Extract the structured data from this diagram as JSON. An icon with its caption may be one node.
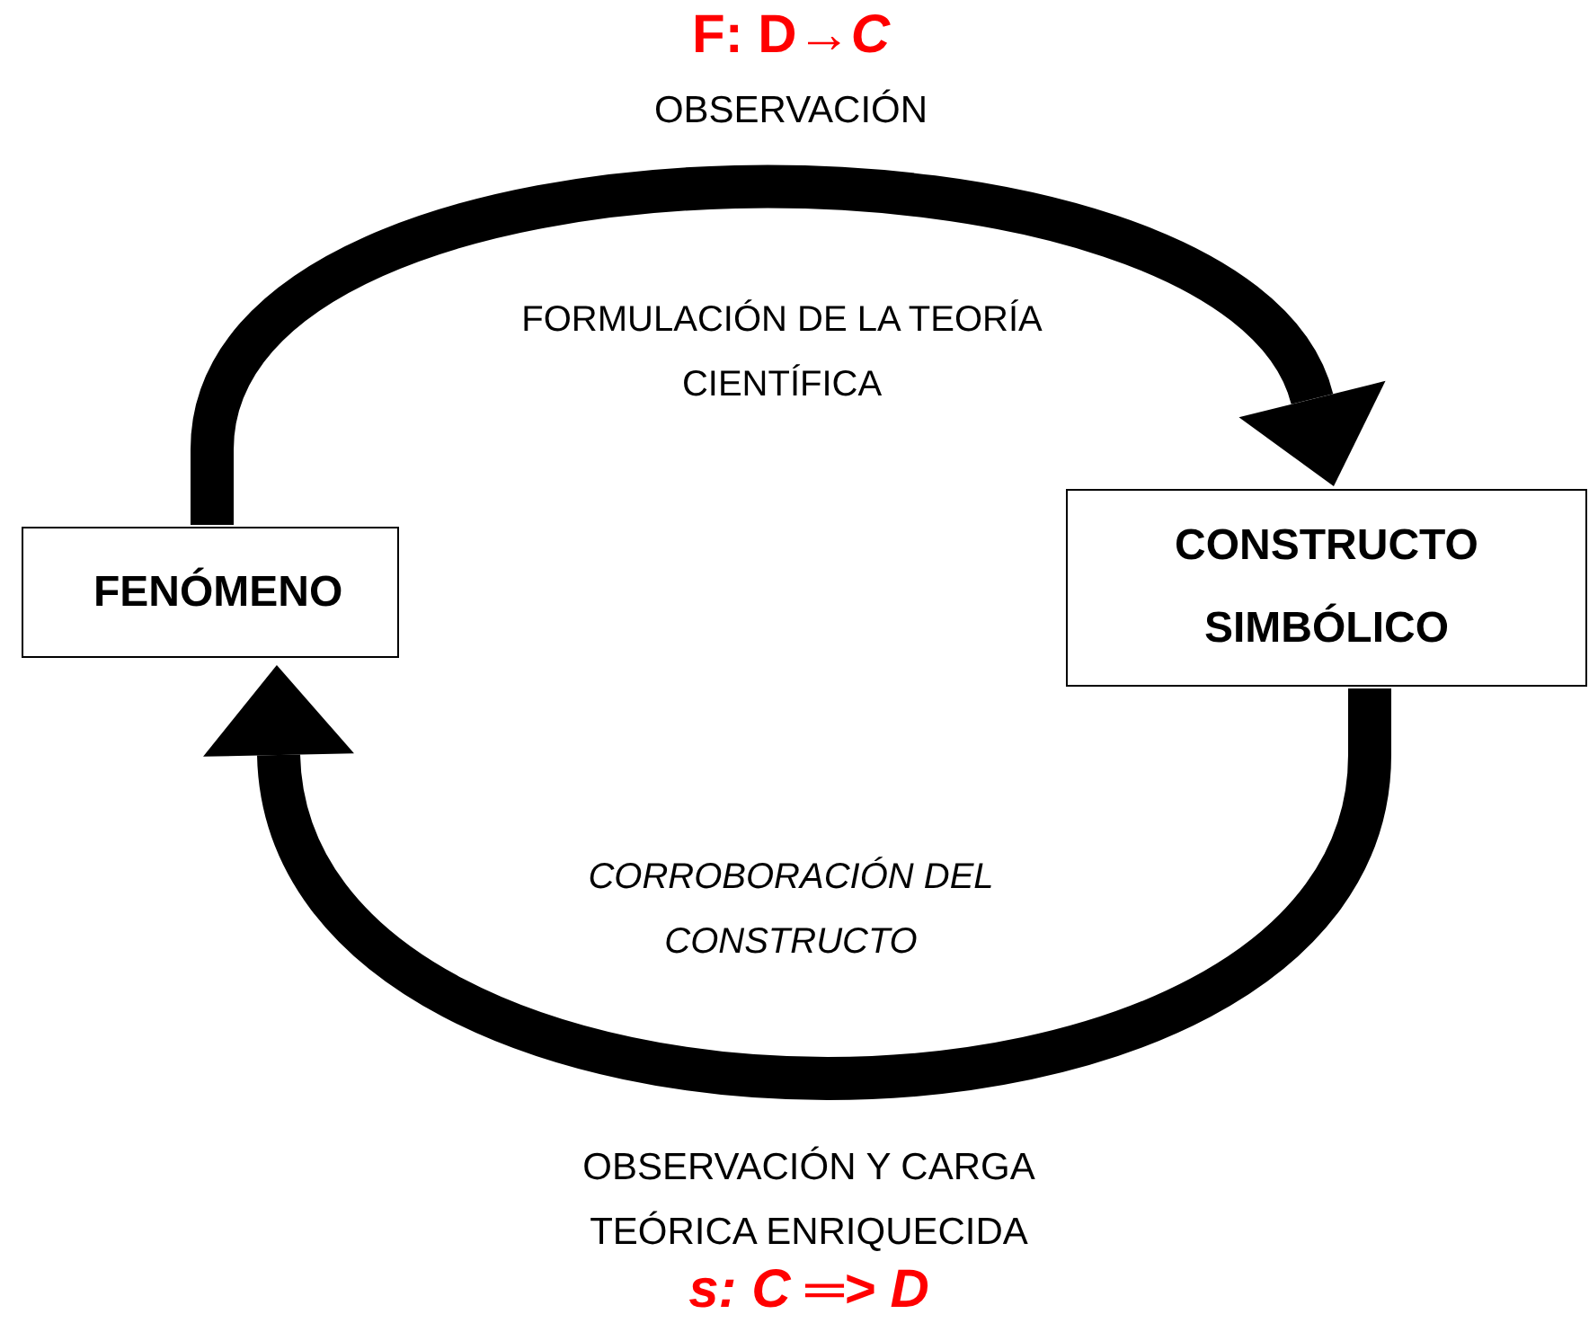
{
  "diagram": {
    "nodes": [
      {
        "text": [
          "FENÓMENO"
        ]
      },
      {
        "text": [
          "CONSTRUCTO SIMBÓLICO"
        ]
      }
    ],
    "edges": [
      {
        "from": 0,
        "to": 1,
        "arrow": "to",
        "label": "FORMULACIÓN DE LA TEORÍA CIENTÍFICA"
      },
      {
        "from": 1,
        "to": 0,
        "arrow": "to",
        "label": "*CORROBORACIÓN DEL CONSTRUCTO*"
      }
    ],
    "labels": [
      "F: D→*C*",
      "OBSERVACIÓN",
      "OBSERVACIÓN Y CARGA TEÓRICA ENRIQUECIDA",
      "s: C ═> D"
    ]
  }
}
